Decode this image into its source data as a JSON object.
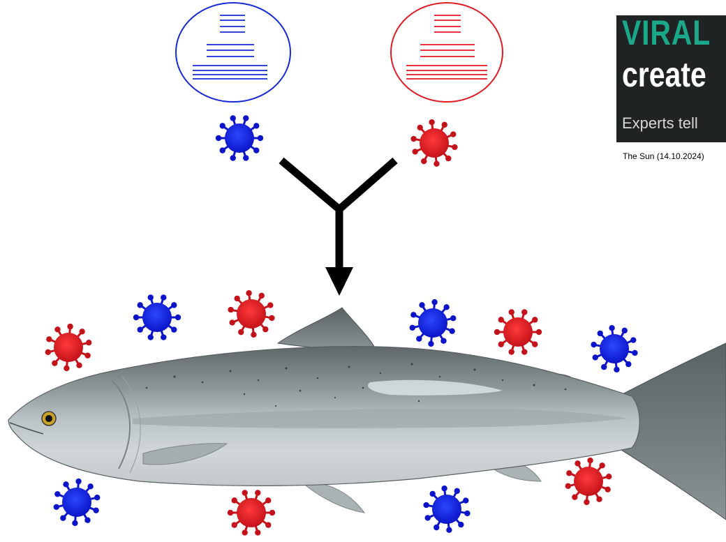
{
  "headline": {
    "line1": "VIRAL",
    "line2": "create",
    "line3": "Experts tell"
  },
  "caption": "The Sun (14.10.2024)",
  "colors": {
    "virus_a": "#1428d8",
    "virus_b": "#e01a22",
    "arrow": "#000000",
    "headline_accent": "#1aa889",
    "headline_bg": "#1f2324"
  },
  "icons": {
    "virus": "virus-icon",
    "genome": "genome-segments-icon",
    "fish": "salmon-icon"
  }
}
